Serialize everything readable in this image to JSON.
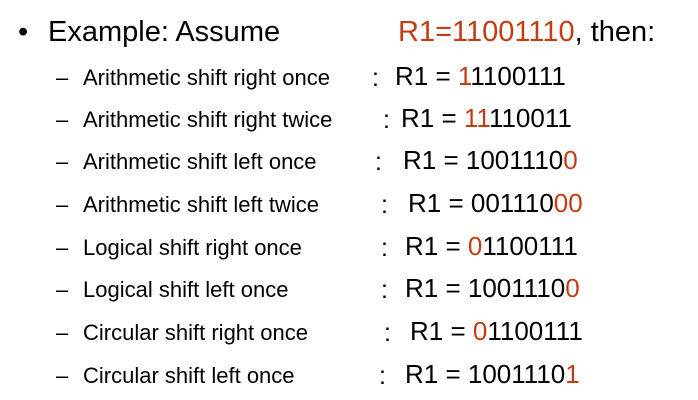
{
  "intro": {
    "bullet": "•",
    "label": "Example:  Assume",
    "assignment": "R1=11001110",
    "suffix": ", then:"
  },
  "dash": "–",
  "operations": [
    {
      "label": "Arithmetic shift right once",
      "colon": ":",
      "result_prefix": "R1 = ",
      "result_red_leading": "1",
      "result_rest": "1100111",
      "result_red_trailing": ""
    },
    {
      "label": "Arithmetic shift right twice",
      "colon": ":",
      "result_prefix": "R1 = ",
      "result_red_leading": "11",
      "result_rest": "110011",
      "result_red_trailing": ""
    },
    {
      "label": "Arithmetic shift left once",
      "colon": ":",
      "result_prefix": "R1 = ",
      "result_red_leading": "",
      "result_rest": "1001110",
      "result_red_trailing": "0"
    },
    {
      "label": "Arithmetic shift left twice",
      "colon": ":",
      "result_prefix": "R1 = ",
      "result_red_leading": "",
      "result_rest": "001110",
      "result_red_trailing": "00"
    },
    {
      "label": "Logical shift right once",
      "colon": ":",
      "result_prefix": "R1 = ",
      "result_red_leading": "0",
      "result_rest": "1100111",
      "result_red_trailing": ""
    },
    {
      "label": "Logical shift left once",
      "colon": ":",
      "result_prefix": "R1 = ",
      "result_red_leading": "",
      "result_rest": "1001110",
      "result_red_trailing": "0"
    },
    {
      "label": "Circular shift right once",
      "colon": ":",
      "result_prefix": "R1 = ",
      "result_red_leading": "0",
      "result_rest": "1100111",
      "result_red_trailing": ""
    },
    {
      "label": "Circular shift left once",
      "colon": ":",
      "result_prefix": "R1 = ",
      "result_red_leading": "",
      "result_rest": "1001110",
      "result_red_trailing": "1"
    }
  ],
  "colors": {
    "text": "#000000",
    "highlight": "#c43c12",
    "background": "#ffffff"
  }
}
